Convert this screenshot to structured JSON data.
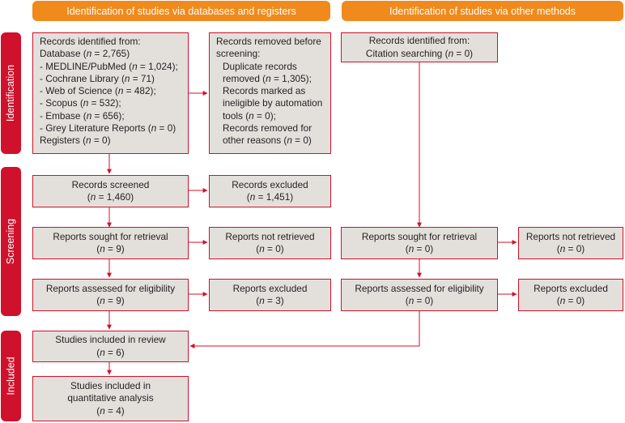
{
  "headers": {
    "databases": "Identification of studies via databases and registers",
    "other": "Identification of studies via other methods"
  },
  "phases": {
    "identification": "Identification",
    "screening": "Screening",
    "included": "Included"
  },
  "boxes": {
    "identified_db": {
      "lines": [
        "Records identified from:",
        "Database (n = 2,765)",
        "- MEDLINE/PubMed (n = 1,024);",
        "- Cochrane Library (n = 71)",
        "- Web of Science (n = 482);",
        "- Scopus (n = 532);",
        "- Embase (n = 656);",
        "- Grey Literature Reports (n = 0)",
        "Registers (n = 0)"
      ]
    },
    "removed": {
      "lines": [
        "Records removed before",
        "screening:",
        "Duplicate records",
        "removed (n = 1,305);",
        "Records marked as",
        "ineligible by automation",
        "tools (n = 0);",
        "Records removed for",
        "other reasons (n = 0)"
      ]
    },
    "identified_other": {
      "lines": [
        "Records identified from:",
        "Citation searching (n = 0)"
      ]
    },
    "screened": {
      "lines": [
        "Records screened",
        "(n = 1,460)"
      ]
    },
    "excluded": {
      "lines": [
        "Records excluded",
        "(n = 1,451)"
      ]
    },
    "sought_db": {
      "lines": [
        "Reports sought for retrieval",
        "(n = 9)"
      ]
    },
    "not_retrieved_db": {
      "lines": [
        "Reports not retrieved",
        "(n = 0)"
      ]
    },
    "sought_other": {
      "lines": [
        "Reports sought for retrieval",
        "(n = 0)"
      ]
    },
    "not_retrieved_other": {
      "lines": [
        "Reports not retrieved",
        "(n = 0)"
      ]
    },
    "assessed_db": {
      "lines": [
        "Reports assessed for eligibility",
        "(n = 9)"
      ]
    },
    "reports_excluded_db": {
      "lines": [
        "Reports excluded",
        "(n = 3)"
      ]
    },
    "assessed_other": {
      "lines": [
        "Reports assessed for eligibility",
        "(n = 0)"
      ]
    },
    "reports_excluded_other": {
      "lines": [
        "Reports excluded",
        "(n = 0)"
      ]
    },
    "included_review": {
      "lines": [
        "Studies included in review",
        "(n = 6)"
      ]
    },
    "included_quant": {
      "lines": [
        "Studies included in",
        "quantitative analysis",
        "(n = 4)"
      ]
    }
  },
  "colors": {
    "header": "#f08a1c",
    "phase": "#d0112b",
    "box_fill": "#e3e0dc",
    "box_border": "#d0112b",
    "arrow": "#d0112b"
  }
}
